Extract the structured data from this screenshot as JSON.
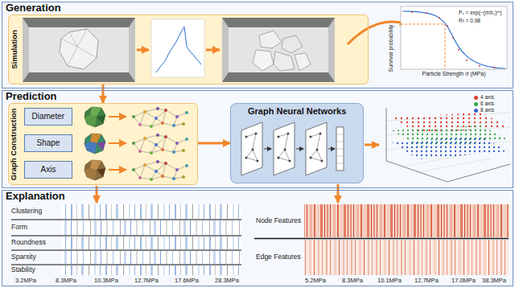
{
  "diagram": {
    "nodes": [
      {
        "text": [
          "Generation"
        ]
      },
      {
        "text": [
          "Simulation"
        ],
        "in": 0
      },
      {
        "text": [
          "Prediction"
        ]
      },
      {
        "text": [
          "Graph Construction"
        ],
        "in": 2
      },
      {
        "text": [
          "Diameter"
        ],
        "in": 3
      },
      {
        "text": [
          "Shape"
        ],
        "in": 3
      },
      {
        "text": [
          "Axis"
        ],
        "in": 3
      },
      {
        "text": [
          "Graph Neural Networks"
        ],
        "in": 2
      },
      {
        "text": [
          "Explanation"
        ]
      }
    ],
    "edges": [
      {
        "from": 1,
        "to": 3,
        "arrow": "to"
      },
      {
        "from": 3,
        "to": 7,
        "arrow": "to"
      }
    ],
    "labels": [
      "Survival probability",
      "Particle Strength σ (MPa)",
      "Pₛ = exp(−(σ/σ₀)ᵐ)",
      "R² = 0.98",
      "Clustering",
      "Form",
      "Roundness",
      "Sparsity",
      "Stability",
      "3.2MPa",
      "8.3MPa",
      "10.3MPa",
      "12.7MPa",
      "17.6MPa",
      "28.3MPa",
      "Node Features",
      "Edge Features",
      "5.2MPa",
      "8.3MPa",
      "10.1MPa",
      "12.7MPa",
      "17.0MPa",
      "38.3MPa"
    ],
    "legend": [
      {
        "text": "4 axis",
        "color": "#e03c31"
      },
      {
        "text": "6 axis",
        "color": "#3aa845"
      },
      {
        "text": "8 axis",
        "color": "#3a5fcd"
      }
    ]
  }
}
